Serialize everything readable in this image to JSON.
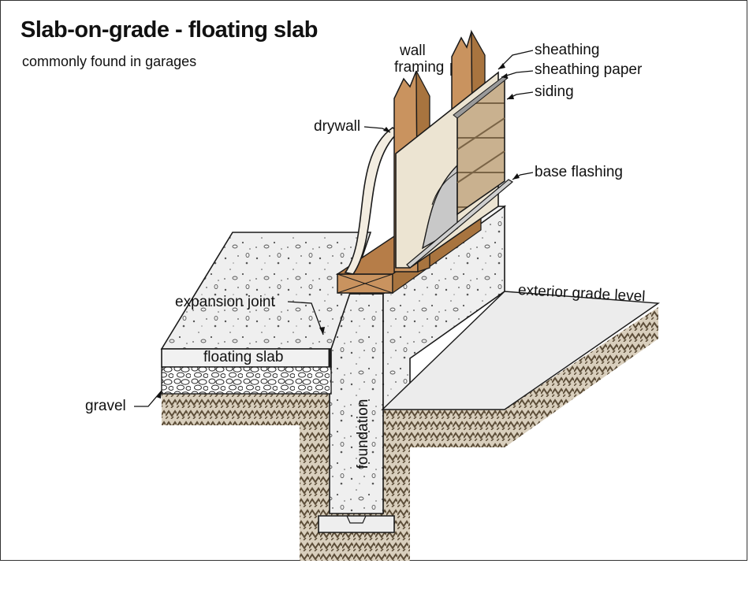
{
  "title": "Slab-on-grade - floating slab",
  "subtitle": "commonly found in garages",
  "labels": {
    "wall_framing_1": "wall",
    "wall_framing_2": "framing",
    "sheathing": "sheathing",
    "sheathing_paper": "sheathing paper",
    "siding": "siding",
    "drywall": "drywall",
    "base_flashing": "base flashing",
    "exterior_grade_level": "exterior grade level",
    "expansion_joint": "expansion joint",
    "floating_slab": "floating slab",
    "gravel": "gravel",
    "foundation": "foundation"
  },
  "colors": {
    "wood": "#c9935f",
    "wood_dark": "#a8743f",
    "drywall": "#f3ede1",
    "sheathing": "#ece4d2",
    "sheathing_paper": "#c8c8c8",
    "siding": "#c9b18f",
    "concrete": "#ececec",
    "soil": "#8b7b63",
    "outline": "#1a1a1a"
  }
}
